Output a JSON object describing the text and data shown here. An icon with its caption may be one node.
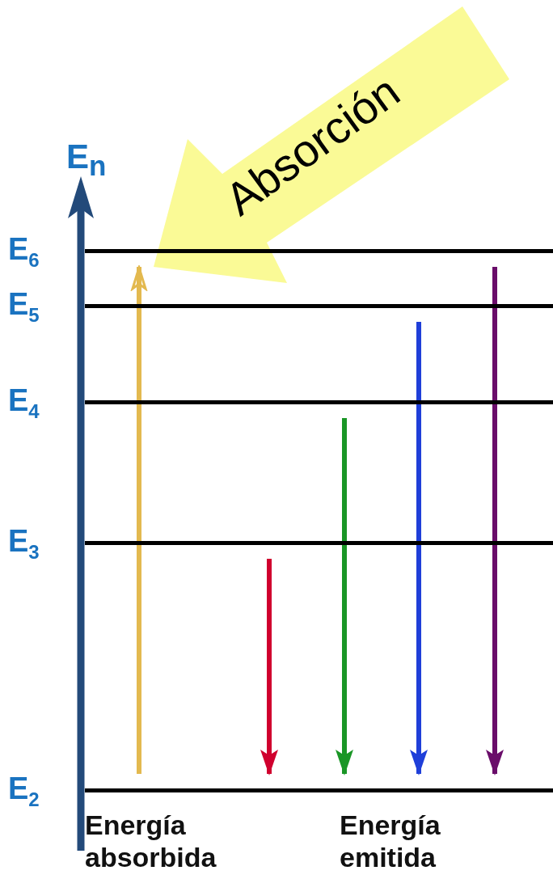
{
  "diagram": {
    "nodes": [
      {
        "text": [
          "E$_{6}$"
        ]
      },
      {
        "text": [
          "E$_{5}$"
        ]
      },
      {
        "text": [
          "E$_{4}$"
        ]
      },
      {
        "text": [
          "E$_{3}$"
        ]
      },
      {
        "text": [
          "E$_{2}$"
        ]
      }
    ],
    "edges": [
      {
        "from": 4,
        "to": 0,
        "arrow": "to",
        "color": "#e3b94f"
      },
      {
        "from": 3,
        "to": 4,
        "arrow": "to",
        "color": "#d0002e"
      },
      {
        "from": 2,
        "to": 4,
        "arrow": "to",
        "color": "#1a9626"
      },
      {
        "from": 1,
        "to": 4,
        "arrow": "to",
        "color": "#1f3fd9"
      },
      {
        "from": 0,
        "to": 4,
        "arrow": "to",
        "color": "#6a0d6a"
      }
    ],
    "labels": [
      "E$_{n}$",
      "Absorción",
      "Energía absorbida",
      "Energía emitida"
    ]
  }
}
